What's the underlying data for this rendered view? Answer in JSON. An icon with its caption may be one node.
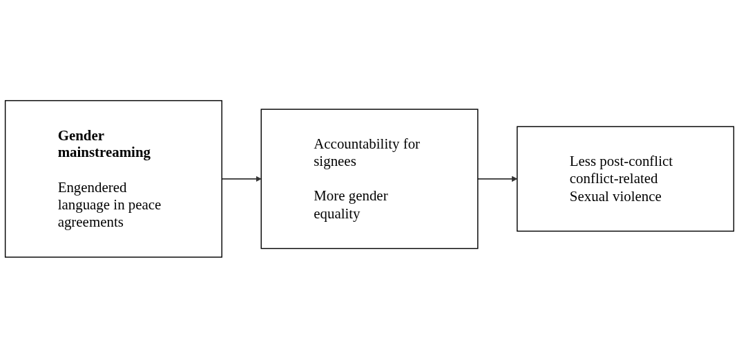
{
  "diagram": {
    "nodes": [
      {
        "text": [
          "Gender mainstreaming",
          "Engendered language in peace agreements"
        ]
      },
      {
        "text": [
          "Accountability for signees",
          "More gender equality"
        ]
      },
      {
        "text": [
          "Less post-conflict conflict-related Sexual violence"
        ]
      }
    ],
    "edges": [
      {
        "from": 0,
        "to": 1,
        "arrow": "to"
      },
      {
        "from": 1,
        "to": 2,
        "arrow": "to"
      }
    ]
  }
}
